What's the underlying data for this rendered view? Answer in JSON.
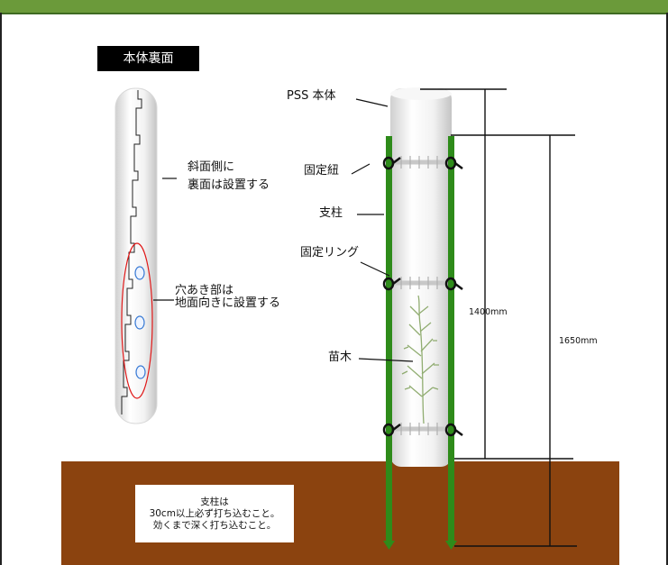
{
  "title_badge": "本体裏面",
  "labels": {
    "slope_line1": "斜面側に",
    "slope_line2": "裏面は設置する",
    "hole_line1": "穴あき部は",
    "hole_line2": "地面向きに設置する",
    "pss_body": "PSS 本体",
    "fixing_cord": "固定紐",
    "stake": "支柱",
    "fixing_ring": "固定リング",
    "seedling": "苗木",
    "dim_1400": "1400mm",
    "dim_1650": "1650mm"
  },
  "note": {
    "line1": "支柱は",
    "line2": "30cm以上必ず打ち込むこと。",
    "line3": "効くまで深く打ち込むこと。"
  },
  "colors": {
    "header_bar": "#6b9a3a",
    "ground": "#8b430f",
    "stake": "#2e8b1a",
    "tube_shade": "#dcdcdc",
    "ring": "#c8c8c8",
    "ellipse_outline": "#e01818",
    "hole": "#3a7bd5"
  }
}
